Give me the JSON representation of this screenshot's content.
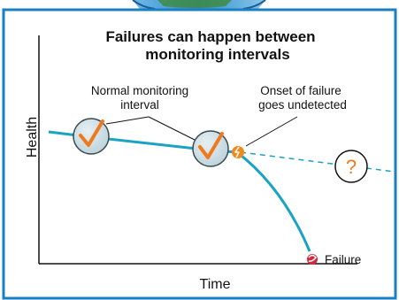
{
  "title": {
    "line1": "Failures can happen between",
    "line2": "monitoring intervals"
  },
  "axes": {
    "y_label": "Health",
    "x_label": "Time"
  },
  "annotations": {
    "normal_monitoring_line1": "Normal monitoring",
    "normal_monitoring_line2": "interval",
    "onset_line1": "Onset of failure",
    "onset_line2": "goes undetected",
    "unknown_mark": "?",
    "failure_label": "Failure"
  },
  "icons": {
    "check": "check-mark-icon",
    "onset": "lightning-icon",
    "failure": "failure-icon"
  },
  "colors": {
    "border": "#1a7fc3",
    "health_line": "#1aa3c4",
    "check_mark": "#ef7a1e",
    "circle_fill": "#cfe0e6",
    "circle_stroke": "#3a4a50",
    "onset_dot": "#f08a1c",
    "failure_icon": "#d6283a",
    "question_mark": "#ef7a1e"
  }
}
